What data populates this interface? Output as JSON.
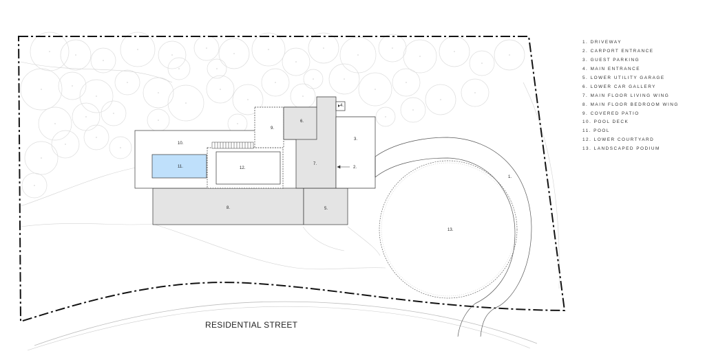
{
  "legend": [
    "1.   DRIVEWAY",
    "2.   CARPORT ENTRANCE",
    "3.   GUEST PARKING",
    "4.   MAIN ENTRANCE",
    "5.   LOWER UTILITY GARAGE",
    "6.   LOWER CAR GALLERY",
    "7.   MAIN FLOOR LIVING WING",
    "8.   MAIN FLOOR BEDROOM WING",
    "9.   COVERED PATIO",
    "10.  POOL DECK",
    "11.  POOL",
    "12.  LOWER COURTYARD",
    "13.  LANDSCAPED PODIUM"
  ],
  "street_label": "RESIDENTIAL STREET",
  "plan_labels": {
    "l1": "1.",
    "l2": "2.",
    "l3": "3.",
    "l4": "4.",
    "l5": "5.",
    "l6": "6.",
    "l7": "7.",
    "l8": "8.",
    "l9": "9.",
    "l10": "10.",
    "l11": "11.",
    "l12": "12.",
    "l13": "13."
  },
  "colors": {
    "pool": "#bfe0fb",
    "building_fill": "#e4e4e4",
    "lines": "#333333",
    "trees": "#dddddd",
    "contours": "#cfcfcf"
  }
}
